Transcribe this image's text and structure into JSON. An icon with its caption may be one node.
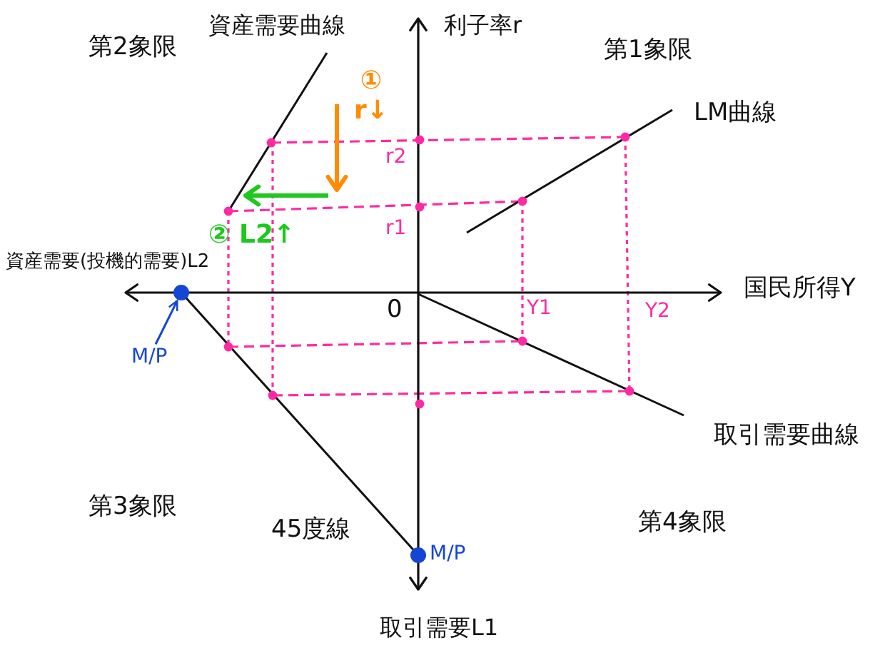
{
  "diagram": {
    "nodes": [
      {
        "text": [
          "M/P"
        ]
      },
      {
        "text": [],
        "shape": "circle"
      }
    ],
    "edges": [
      {
        "from": 0,
        "to": 1,
        "arrow": "to"
      }
    ],
    "labels": [
      "資産需要曲線",
      "利子率r",
      "第2象限",
      "第1象限",
      "① r↓",
      "LM曲線",
      "r2",
      "r1",
      "② L2↑",
      "資産需要(投機的需要)L2",
      "国民所得Y",
      "0",
      "Y1",
      "Y2",
      "取引需要曲線",
      "第3象限",
      "45度線",
      "M/P",
      "第4象限",
      "取引需要L1"
    ]
  }
}
